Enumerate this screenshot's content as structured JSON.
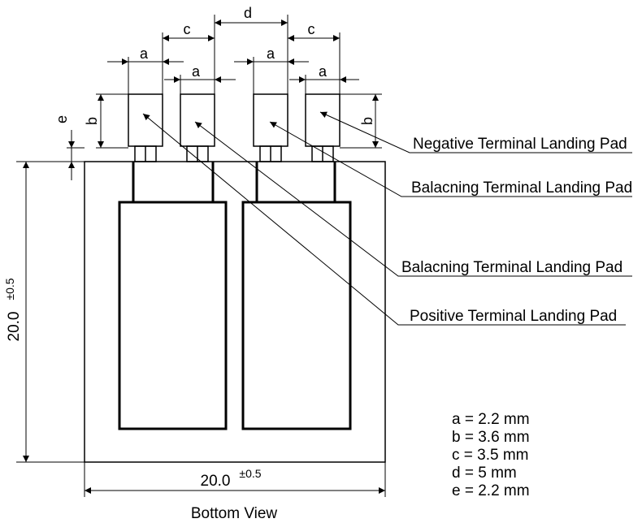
{
  "dimension_letters": {
    "a": "a",
    "b": "b",
    "c": "c",
    "d": "d",
    "e": "e"
  },
  "callouts": {
    "negative": "Negative Terminal Landing Pad",
    "balancing_1": "Balacning  Terminal Landing Pad",
    "balancing_2": "Balacning  Terminal Landing Pad",
    "positive": "Positive  Terminal Landing Pad"
  },
  "outline": {
    "height_value": "20.0",
    "height_tolerance": "±0.5",
    "width_value": "20.0",
    "width_tolerance": "±0.5"
  },
  "view_caption": "Bottom View",
  "legend": [
    "a = 2.2 mm",
    "b = 3.6 mm",
    "c = 3.5 mm",
    "d = 5 mm",
    "e = 2.2 mm"
  ]
}
